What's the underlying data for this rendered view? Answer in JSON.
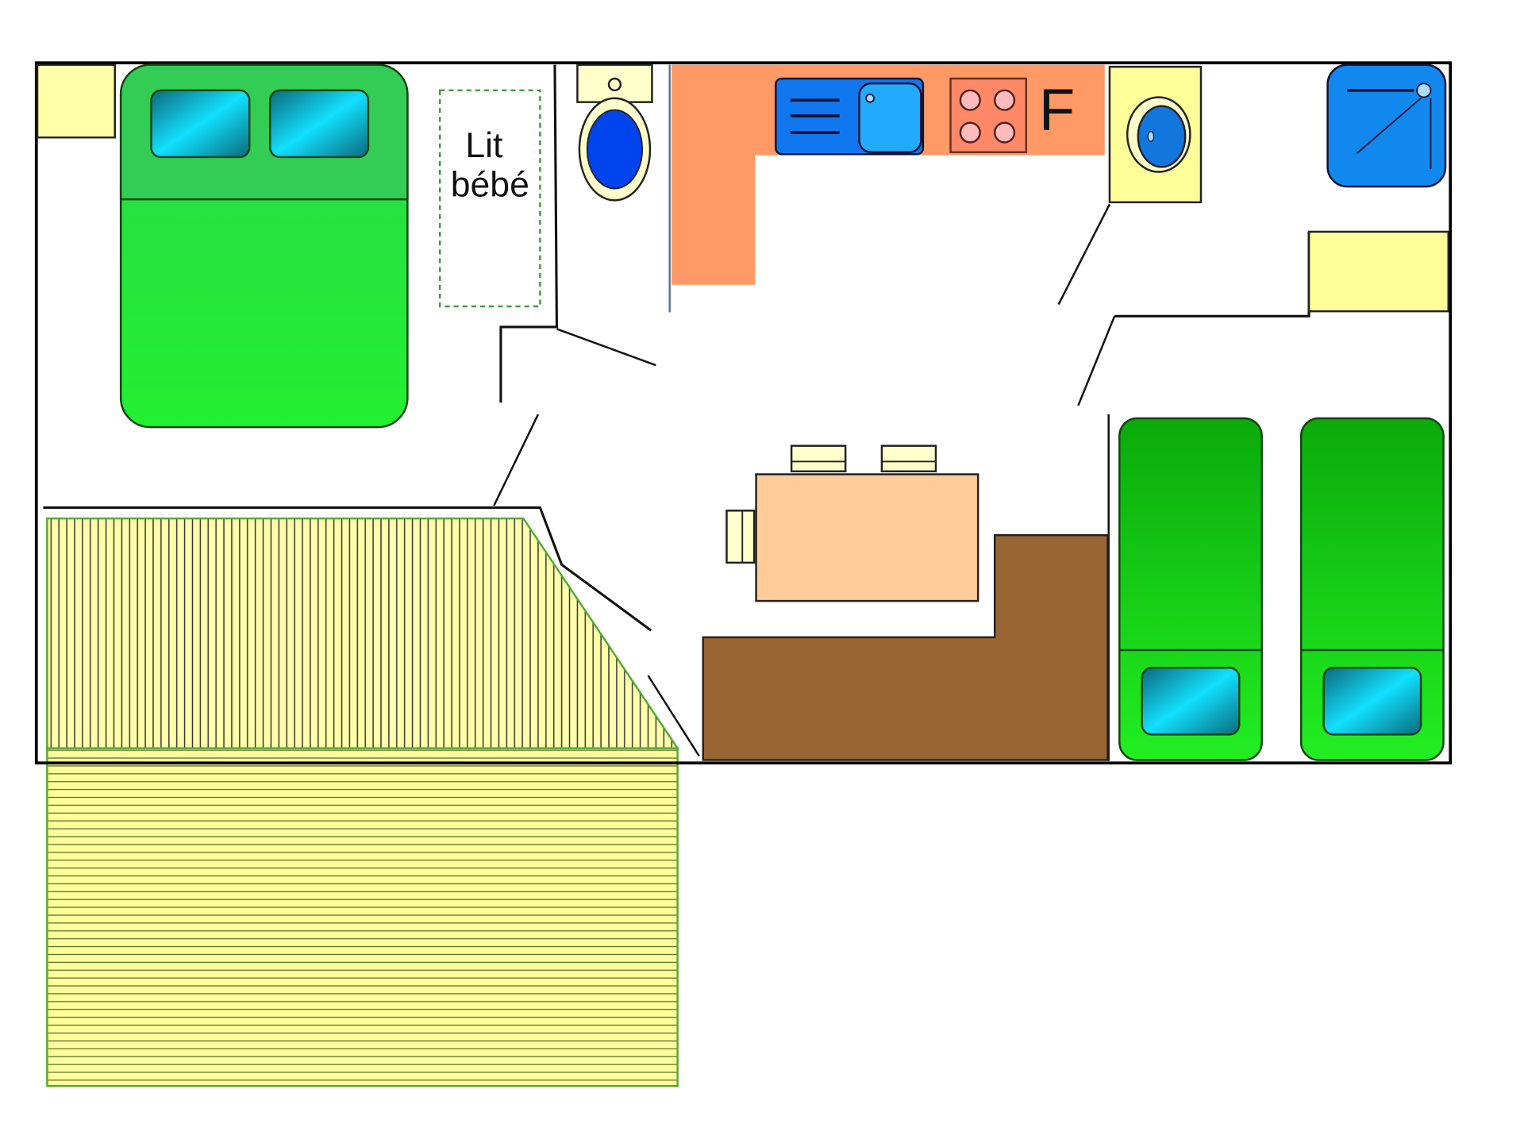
{
  "plan": {
    "crib_label_line1": "Lit",
    "crib_label_line2": "bébé",
    "fridge_label": "F"
  },
  "colors": {
    "wall": "#000000",
    "bed_green": "#22ee33",
    "pillow_teal": "#11ccee",
    "kitchen_counter": "#ff9966",
    "sink_blue": "#1177ee",
    "cabinet_yellow": "#ffff99",
    "table": "#ffcc99",
    "sofa_brown": "#996633",
    "terrace": "#ffff99"
  }
}
